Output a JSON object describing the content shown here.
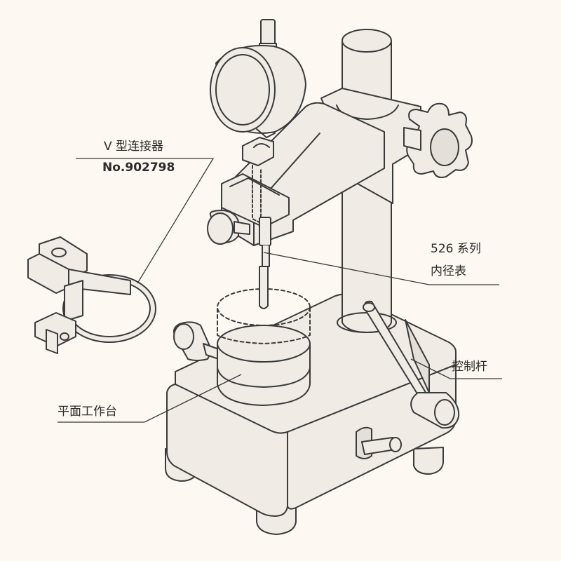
{
  "callouts": {
    "v_connector": {
      "name": "V 型连接器",
      "part_no": "No.902798"
    },
    "bore_gauge": {
      "line1": "526 系列",
      "line2": "内径表"
    },
    "control_lever": {
      "label": "控制杆"
    },
    "flat_table": {
      "label": "平面工作台"
    }
  },
  "colors": {
    "background": "#fdf8f2",
    "part_fill": "#f0ebe5",
    "part_shade": "#e4dfd9",
    "outline": "#3a3a3a",
    "leader_line": "#3a3a3a"
  }
}
